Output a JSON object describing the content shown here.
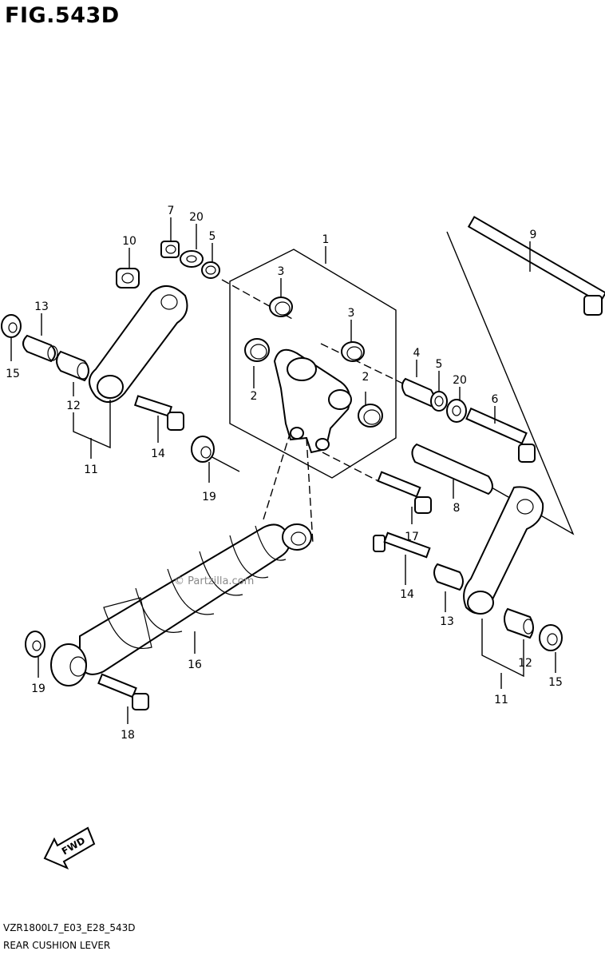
{
  "figure": {
    "title": "FIG.543D",
    "code": "VZR1800L7_E03_E28_543D",
    "name": "REAR CUSHION LEVER",
    "watermark": "© Partzilla.com",
    "fwd_label": "FWD"
  },
  "callouts": [
    "1",
    "2",
    "2",
    "3",
    "3",
    "4",
    "5",
    "5",
    "6",
    "7",
    "8",
    "9",
    "10",
    "11",
    "11",
    "12",
    "12",
    "13",
    "13",
    "14",
    "14",
    "15",
    "15",
    "16",
    "17",
    "18",
    "19",
    "19",
    "20",
    "20"
  ]
}
